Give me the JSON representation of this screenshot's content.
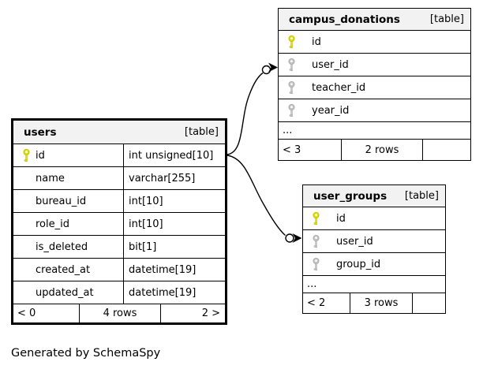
{
  "diagram": {
    "generator_note": "Generated by SchemaSpy",
    "colors": {
      "primary_key_icon": "#e0e000",
      "index_key_icon": "#c4c4c4",
      "table_header_bg": "#f2f2f2",
      "border_and_lines": "#000000",
      "background": "#ffffff"
    }
  },
  "tables": {
    "users": {
      "name": "users",
      "tag": "[table]",
      "columns": [
        {
          "name": "id",
          "type": "int unsigned[10]",
          "key": "primary"
        },
        {
          "name": "name",
          "type": "varchar[255]",
          "key": "none"
        },
        {
          "name": "bureau_id",
          "type": "int[10]",
          "key": "none"
        },
        {
          "name": "role_id",
          "type": "int[10]",
          "key": "none"
        },
        {
          "name": "is_deleted",
          "type": "bit[1]",
          "key": "none"
        },
        {
          "name": "created_at",
          "type": "datetime[19]",
          "key": "none"
        },
        {
          "name": "updated_at",
          "type": "datetime[19]",
          "key": "none"
        }
      ],
      "footer": {
        "prev": "< 0",
        "rows": "4 rows",
        "next": "2 >"
      }
    },
    "campus_donations": {
      "name": "campus_donations",
      "tag": "[table]",
      "columns": [
        {
          "name": "id",
          "key": "primary"
        },
        {
          "name": "user_id",
          "key": "index"
        },
        {
          "name": "teacher_id",
          "key": "index"
        },
        {
          "name": "year_id",
          "key": "index"
        }
      ],
      "ellipsis": "...",
      "footer": {
        "prev": "< 3",
        "rows": "2 rows",
        "next": ""
      }
    },
    "user_groups": {
      "name": "user_groups",
      "tag": "[table]",
      "columns": [
        {
          "name": "id",
          "key": "primary"
        },
        {
          "name": "user_id",
          "key": "index"
        },
        {
          "name": "group_id",
          "key": "index"
        }
      ],
      "ellipsis": "...",
      "footer": {
        "prev": "< 2",
        "rows": "3 rows",
        "next": ""
      }
    }
  },
  "relationships": [
    {
      "from": "users.id",
      "to": "campus_donations.user_id"
    },
    {
      "from": "users.id",
      "to": "user_groups.user_id"
    }
  ]
}
